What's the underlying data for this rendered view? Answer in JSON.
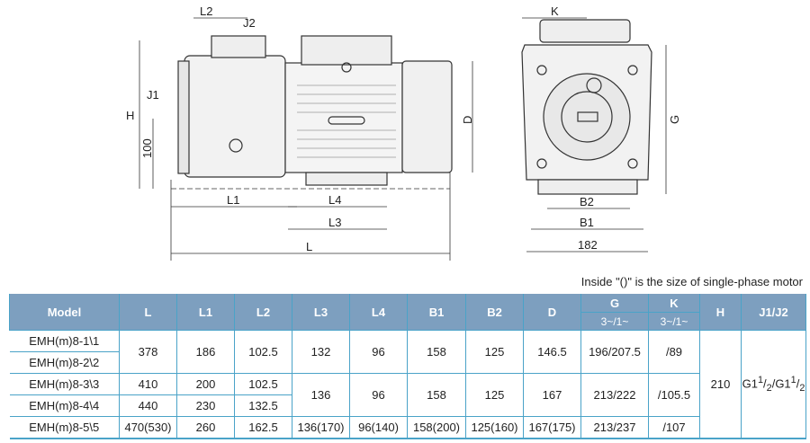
{
  "drawing": {
    "side_view_labels": {
      "L2": "L2",
      "J2": "J2",
      "J1": "J1",
      "H": "H",
      "h100": "100",
      "L1": "L1",
      "L4": "L4",
      "L3": "L3",
      "L": "L",
      "D": "D"
    },
    "front_view_labels": {
      "K": "K",
      "G": "G",
      "B2": "B2",
      "B1": "B1",
      "w182": "182"
    }
  },
  "note": "Inside \"()\" is the size of single-phase motor",
  "table": {
    "headers": [
      "Model",
      "L",
      "L1",
      "L2",
      "L3",
      "L4",
      "B1",
      "B2",
      "D",
      "G",
      "K",
      "H",
      "J1/J2"
    ],
    "subheaders": {
      "G": "3~/1~",
      "K": "3~/1~"
    },
    "models": [
      "EMH(m)8-1\\1",
      "EMH(m)8-2\\2",
      "EMH(m)8-3\\3",
      "EMH(m)8-4\\4",
      "EMH(m)8-5\\5"
    ],
    "group1": {
      "L": "378",
      "L1": "186",
      "L2": "102.5",
      "L3": "132",
      "L4": "96",
      "B1": "158",
      "B2": "125",
      "D": "146.5",
      "G": "196/207.5",
      "K": "/89"
    },
    "row3": {
      "L": "410",
      "L1": "200",
      "L2": "102.5"
    },
    "row4": {
      "L": "440",
      "L1": "230",
      "L2": "132.5"
    },
    "group2": {
      "L3": "136",
      "L4": "96",
      "B1": "158",
      "B2": "125",
      "D": "167",
      "G": "213/222",
      "K": "/105.5"
    },
    "row5": {
      "L": "470(530)",
      "L1": "260",
      "L2": "162.5",
      "L3": "136(170)",
      "L4": "96(140)",
      "B1": "158(200)",
      "B2": "125(160)",
      "D": "167(175)",
      "G": "213/237",
      "K": "/107"
    },
    "H": "210",
    "J1J2": {
      "base": "G1",
      "sup": "1",
      "sub": "2",
      "sep": "/"
    }
  }
}
